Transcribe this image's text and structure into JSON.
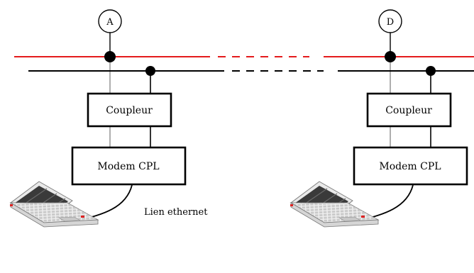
{
  "nodes": {
    "left": {
      "phase_label": "A",
      "coupler_label": "Coupleur",
      "modem_label": "Modem CPL"
    },
    "right": {
      "phase_label": "D",
      "coupler_label": "Coupleur",
      "modem_label": "Modem CPL"
    }
  },
  "link_label": "Lien ethernet",
  "colors": {
    "phase_line": "#e41a1c",
    "neutral_line": "#000000",
    "link_wire": "#9a9a9a",
    "box_border": "#000000",
    "laptop_body": "#e9e9e9",
    "laptop_screen": "#3a3a3a",
    "laptop_key": "#b5b5b5"
  }
}
